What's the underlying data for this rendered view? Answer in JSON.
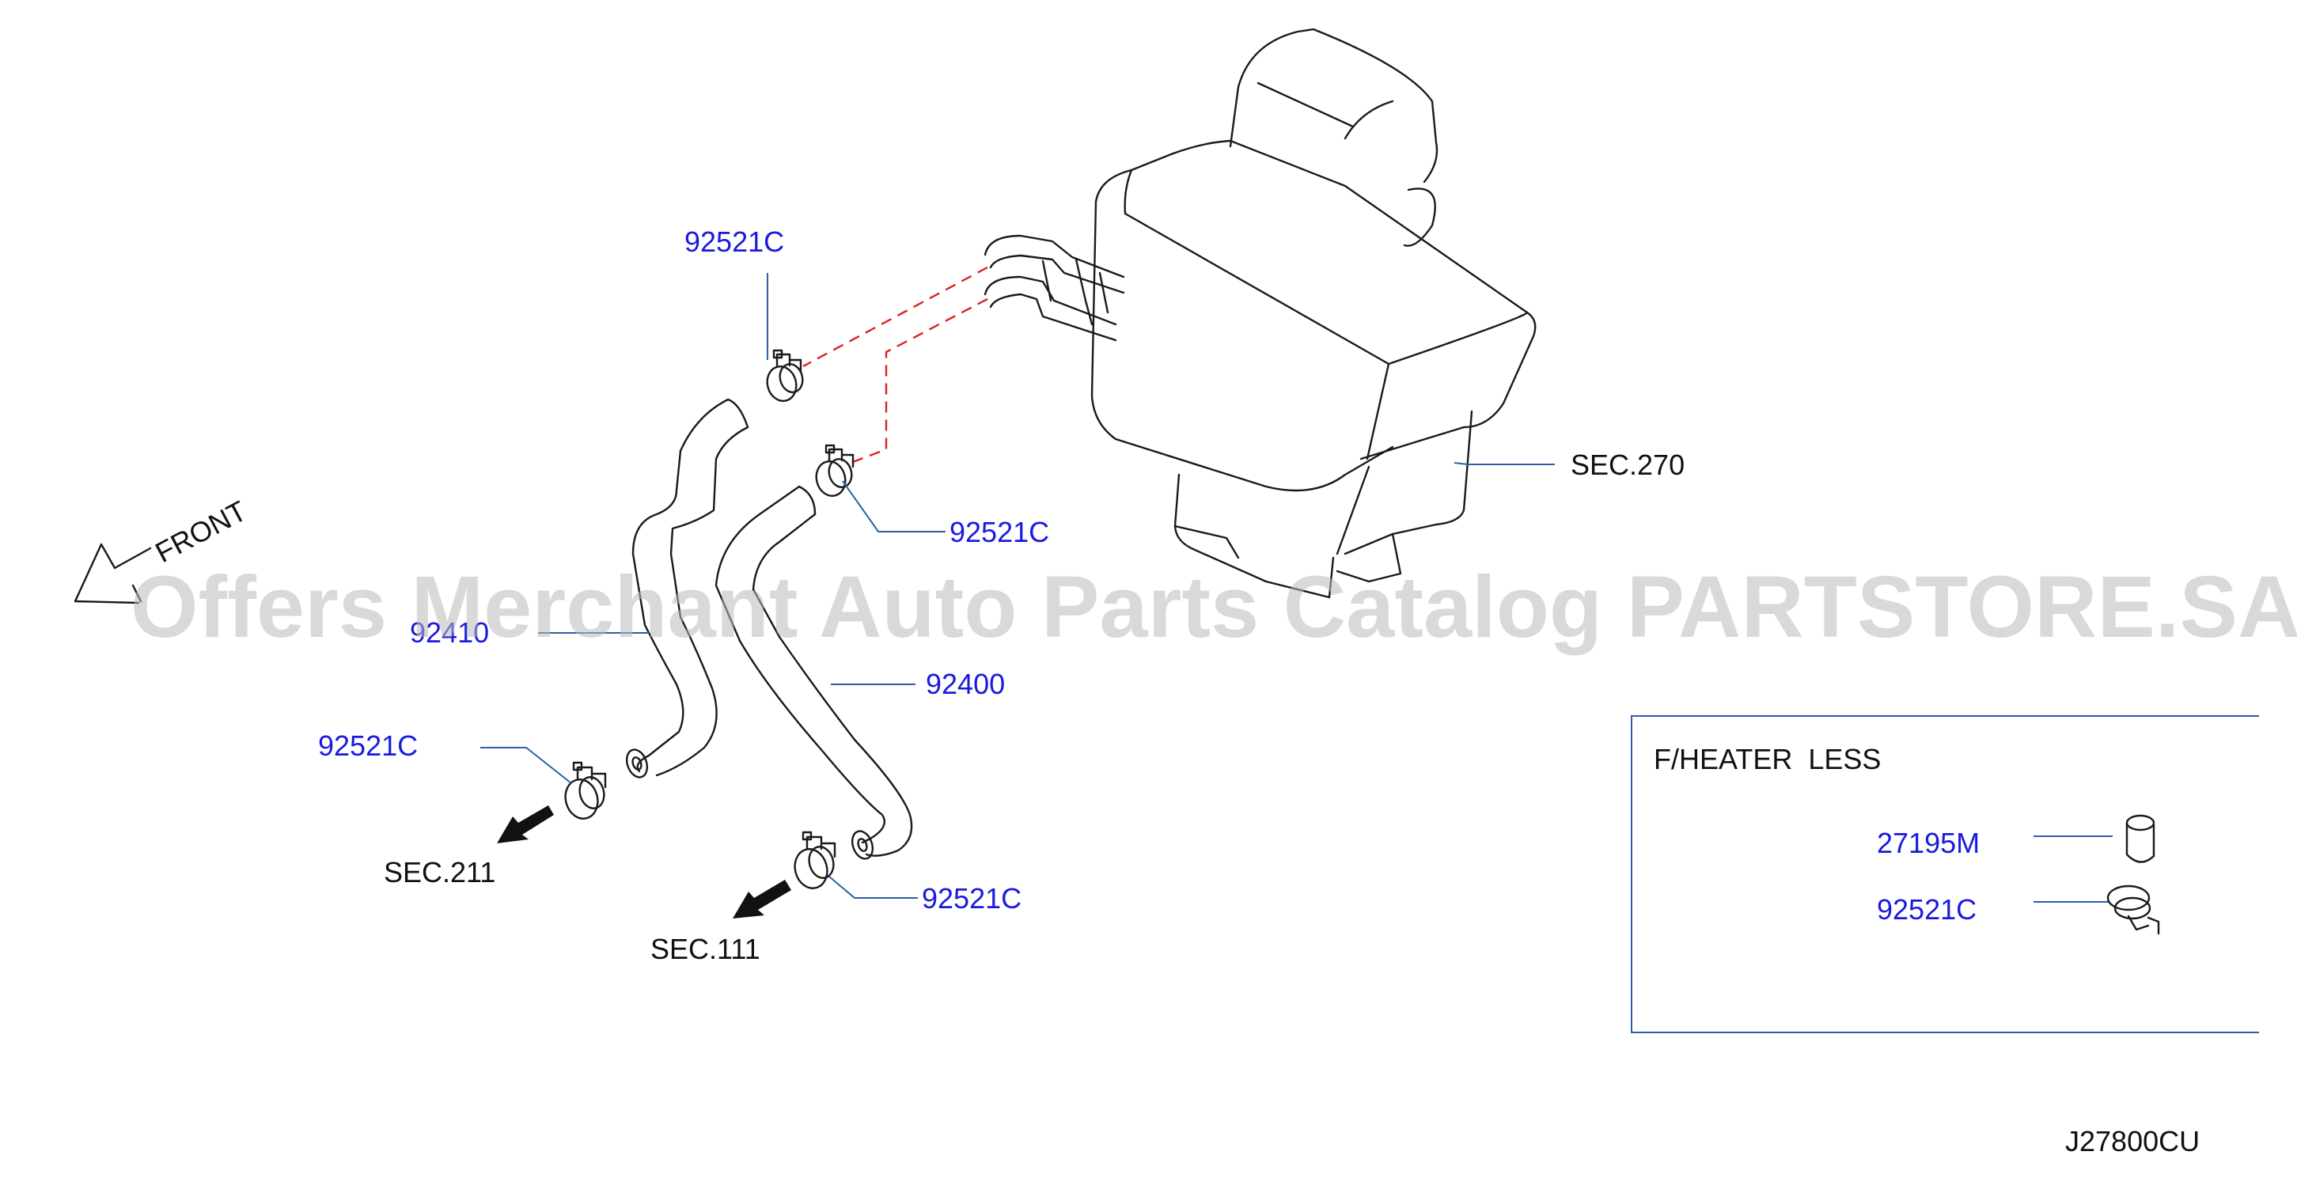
{
  "callouts": {
    "clamp_upper": "92521C",
    "clamp_mid": "92521C",
    "clamp_left": "92521C",
    "clamp_lower": "92521C",
    "hose_inlet": "92410",
    "hose_outlet": "92400"
  },
  "section_refs": {
    "heater_unit": "SEC.270",
    "engine_left": "SEC.211",
    "engine_right": "SEC.111"
  },
  "front_indicator": "FRONT",
  "inset": {
    "title": "F/HEATER  LESS",
    "items": [
      {
        "part": "27195M"
      },
      {
        "part": "92521C"
      }
    ]
  },
  "watermark": "Offers Merchant Auto Parts Catalog PARTSTORE.SA",
  "diagram_code": "J27800CU",
  "colors": {
    "part_label": "#1a1adf",
    "leader": "#2b5fa8",
    "dashed_link": "#e02020",
    "line_art": "#1a1a1a"
  }
}
